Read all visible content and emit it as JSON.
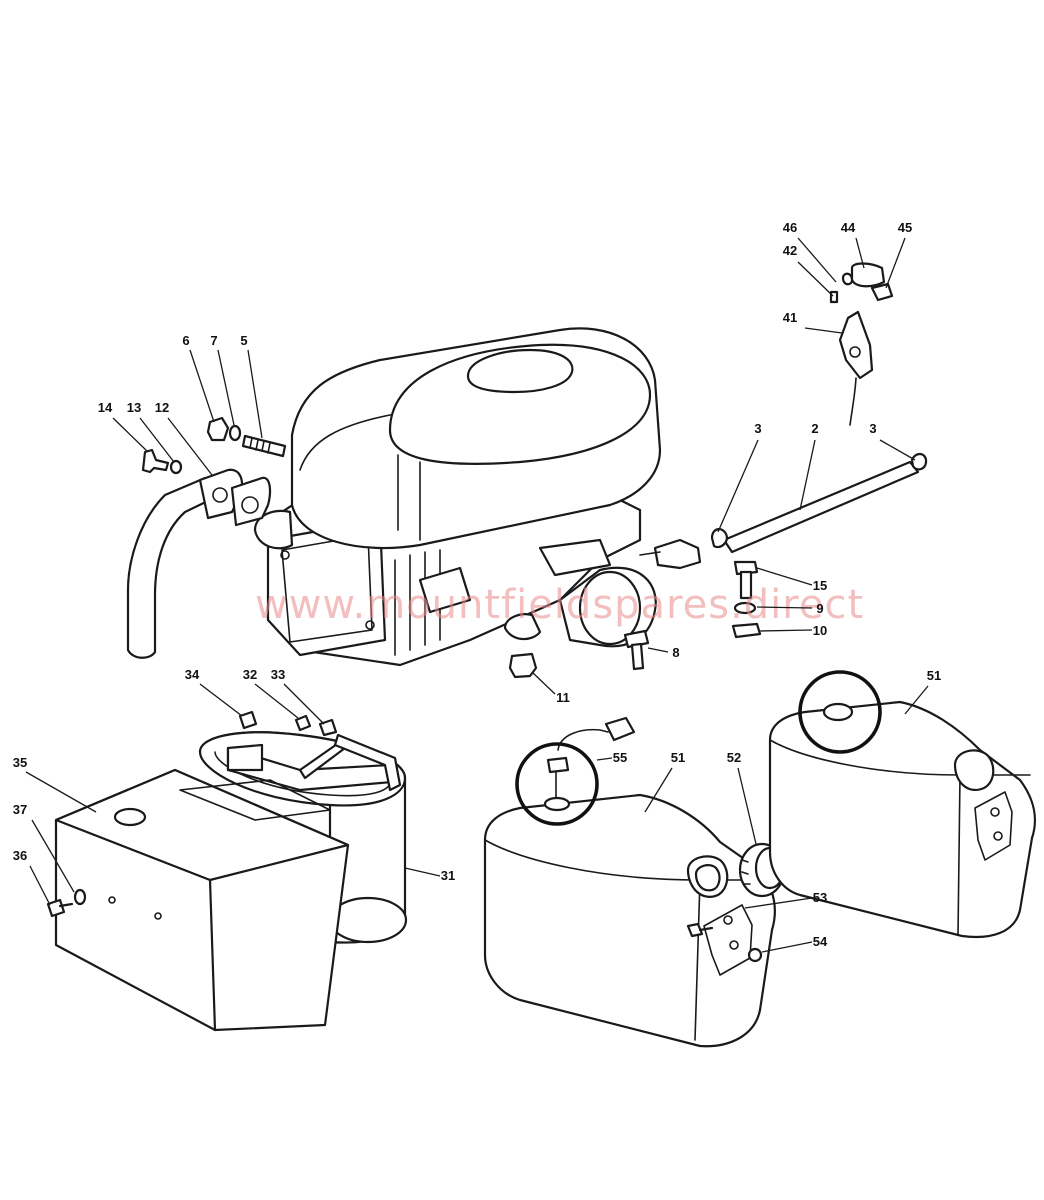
{
  "watermark": "www.mountfieldspares.direct",
  "colors": {
    "line": "#1a1a1a",
    "watermark": "#e88a8a",
    "background": "#ffffff"
  },
  "callouts": [
    {
      "id": "c46",
      "label": "46"
    },
    {
      "id": "c44",
      "label": "44"
    },
    {
      "id": "c45",
      "label": "45"
    },
    {
      "id": "c42",
      "label": "42"
    },
    {
      "id": "c41",
      "label": "41"
    },
    {
      "id": "c6",
      "label": "6"
    },
    {
      "id": "c7",
      "label": "7"
    },
    {
      "id": "c5",
      "label": "5"
    },
    {
      "id": "c14",
      "label": "14"
    },
    {
      "id": "c13",
      "label": "13"
    },
    {
      "id": "c12",
      "label": "12"
    },
    {
      "id": "c3a",
      "label": "3"
    },
    {
      "id": "c2",
      "label": "2"
    },
    {
      "id": "c3b",
      "label": "3"
    },
    {
      "id": "c15",
      "label": "15"
    },
    {
      "id": "c9",
      "label": "9"
    },
    {
      "id": "c10",
      "label": "10"
    },
    {
      "id": "c8",
      "label": "8"
    },
    {
      "id": "c11",
      "label": "11"
    },
    {
      "id": "c34",
      "label": "34"
    },
    {
      "id": "c32",
      "label": "32"
    },
    {
      "id": "c33",
      "label": "33"
    },
    {
      "id": "c35",
      "label": "35"
    },
    {
      "id": "c37",
      "label": "37"
    },
    {
      "id": "c36",
      "label": "36"
    },
    {
      "id": "c31",
      "label": "31"
    },
    {
      "id": "c55",
      "label": "55"
    },
    {
      "id": "c51a",
      "label": "51"
    },
    {
      "id": "c52",
      "label": "52"
    },
    {
      "id": "c53",
      "label": "53"
    },
    {
      "id": "c54",
      "label": "54"
    },
    {
      "id": "c51b",
      "label": "51"
    }
  ]
}
